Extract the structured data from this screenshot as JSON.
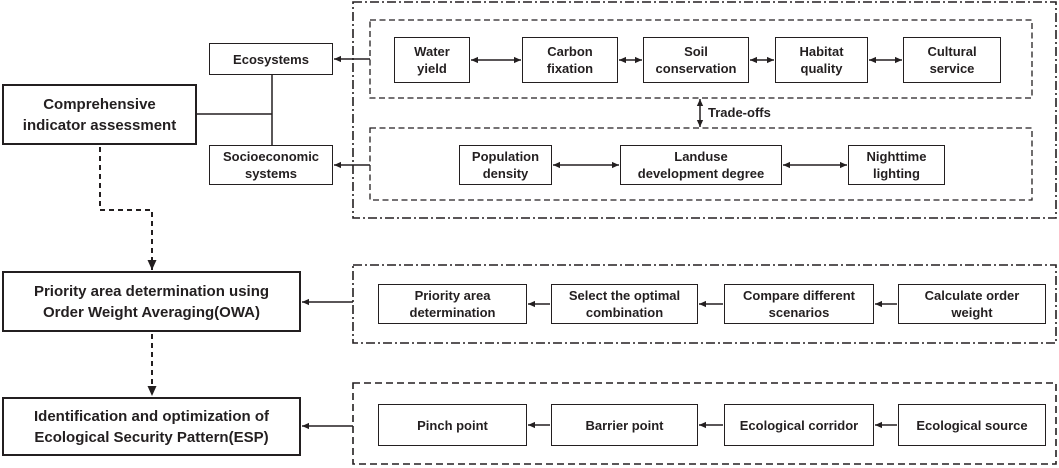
{
  "colors": {
    "ink": "#231f20",
    "background": "#ffffff"
  },
  "stages": [
    "Comprehensive\nindicator assessment",
    "Priority area determination using\nOrder Weight Averaging(OWA)",
    "Identification and optimization of\nEcological Security Pattern(ESP)"
  ],
  "indicator_assessment": {
    "ecosystems": "Ecosystems",
    "socioeconomic": "Socioeconomic\nsystems",
    "ecosystem_services": [
      "Water\nyield",
      "Carbon\nfixation",
      "Soil\nconservation",
      "Habitat\nquality",
      "Cultural\nservice"
    ],
    "tradeoffs_label": "Trade-offs",
    "socioeconomic_indicators": [
      "Population\ndensity",
      "Landuse\ndevelopment degree",
      "Nighttime\nlighting"
    ]
  },
  "owa": {
    "steps": [
      "Priority area\ndetermination",
      "Select the optimal\ncombination",
      "Compare different\nscenarios",
      "Calculate order\nweight"
    ]
  },
  "esp": {
    "steps": [
      "Pinch point",
      "Barrier point",
      "Ecological corridor",
      "Ecological source"
    ]
  }
}
